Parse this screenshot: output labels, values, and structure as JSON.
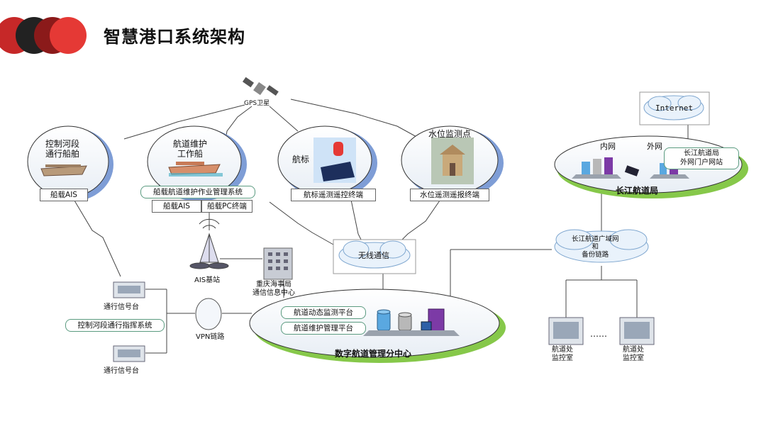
{
  "header": {
    "title": "智慧港口系统架构",
    "accent_colors": [
      "#e53935",
      "#8b1a1a",
      "#222222",
      "#c62828"
    ]
  },
  "nodes": {
    "gps_satellite": "GPS卫星",
    "ship_control": "控制河段\n通行船舶",
    "ship_control_box": "船载AIS",
    "maintenance_ship": "航道维护\n工作船",
    "maintenance_system": "船载航道维护作业管理系统",
    "maintenance_ais": "船载AIS",
    "maintenance_pc": "船载PC终端",
    "beacon": "航标",
    "beacon_box": "航标遥测遥控终端",
    "water_station": "水位监测点",
    "water_box": "水位遥测遥报终端",
    "internet": "Internet",
    "intranet": "内网",
    "extranet": "外网",
    "yangtze_portal": "长江航道局\n外网门户网站",
    "yangtze_bureau": "长江航道局",
    "wireless": "无线通信",
    "ais_station": "AIS基站",
    "chongqing": "重庆海事局\n通信信息中心",
    "wan": "长江航道广域网\n和\n备份链路",
    "signal_top": "通行信号台",
    "command_system": "控制河段通行指挥系统",
    "signal_bottom": "通行信号台",
    "vpn": "VPN链路",
    "dynamic_platform": "航道动态监测平台",
    "maintenance_platform": "航道维护管理平台",
    "center": "数字航道管理分中心",
    "dots": "……",
    "office_1": "航道处\n监控室",
    "office_2": "航道处\n监控室"
  }
}
